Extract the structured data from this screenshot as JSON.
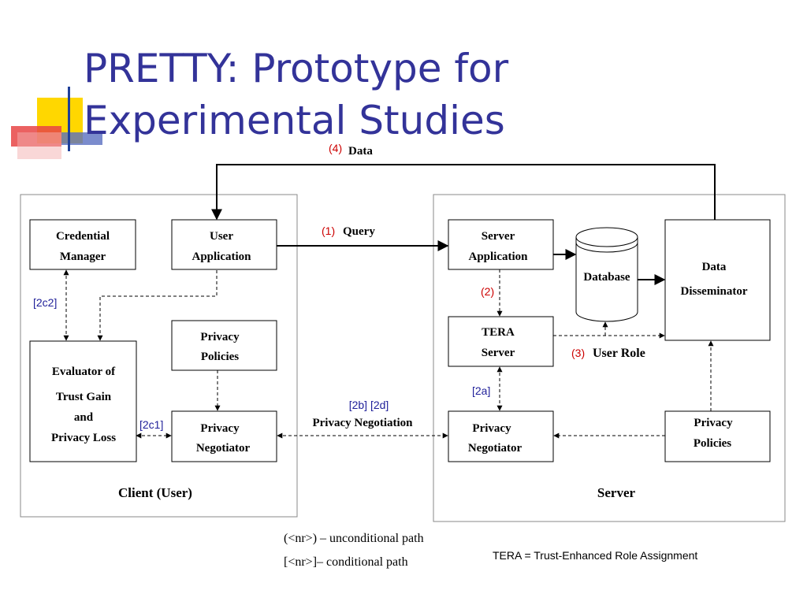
{
  "title": {
    "line1": "PRETTY: Prototype for",
    "line2": "Experimental Studies"
  },
  "colors": {
    "title": "#333399",
    "annotation_red": "#cc0000",
    "annotation_blue": "#1f1f99",
    "accent_yellow": "#ffd700",
    "accent_red": "#e04040",
    "accent_blue": "#1f3f99"
  },
  "client": {
    "label": "Client (User)",
    "credential_manager": {
      "line1": "Credential",
      "line2": "Manager"
    },
    "user_application": {
      "line1": "User",
      "line2": "Application"
    },
    "evaluator": {
      "line1": "Evaluator of",
      "line2": "Trust Gain",
      "line3": "and",
      "line4": "Privacy Loss"
    },
    "privacy_policies": {
      "line1": "Privacy",
      "line2": "Policies"
    },
    "privacy_negotiator": {
      "line1": "Privacy",
      "line2": "Negotiator"
    }
  },
  "server": {
    "label": "Server",
    "server_application": {
      "line1": "Server",
      "line2": "Application"
    },
    "database": {
      "label": "Database"
    },
    "data_disseminator": {
      "line1": "Data",
      "line2": "Disseminator"
    },
    "tera_server": {
      "line1": "TERA",
      "line2": "Server"
    },
    "privacy_negotiator": {
      "line1": "Privacy",
      "line2": "Negotiator"
    },
    "privacy_policies": {
      "line1": "Privacy",
      "line2": "Policies"
    }
  },
  "flows": {
    "data": {
      "num": "(4)",
      "label": "Data"
    },
    "query": {
      "num": "(1)",
      "label": "Query"
    },
    "step2": {
      "num": "(2)"
    },
    "user_role": {
      "num": "(3)",
      "label": "User Role"
    },
    "step2a": {
      "num": "[2a]"
    },
    "negotiation": {
      "num": "[2b] [2d]",
      "label": "Privacy Negotiation"
    },
    "step2c1": {
      "num": "[2c1]"
    },
    "step2c2": {
      "num": "[2c2]"
    }
  },
  "legend": {
    "unconditional_symbol": "(<nr>)",
    "unconditional_text": " – unconditional path",
    "conditional_symbol": "[<nr>]",
    "conditional_text": "– conditional path"
  },
  "footnote": "TERA = Trust-Enhanced Role Assignment"
}
